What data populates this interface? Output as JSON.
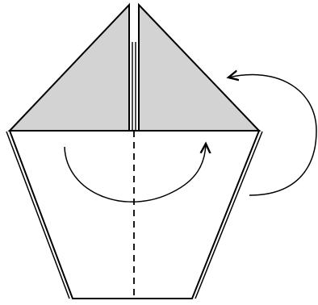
{
  "diagram": {
    "kind": "origami-fold-instruction",
    "colors": {
      "paper_back": "#d3d3d3",
      "paper_front": "#ffffff",
      "line": "#000000"
    },
    "icons": {
      "valley_fold_line": "dashed-line",
      "fold_over_arrow": "curved-arrow",
      "turn_over_arrow": "curved-arrow"
    }
  }
}
